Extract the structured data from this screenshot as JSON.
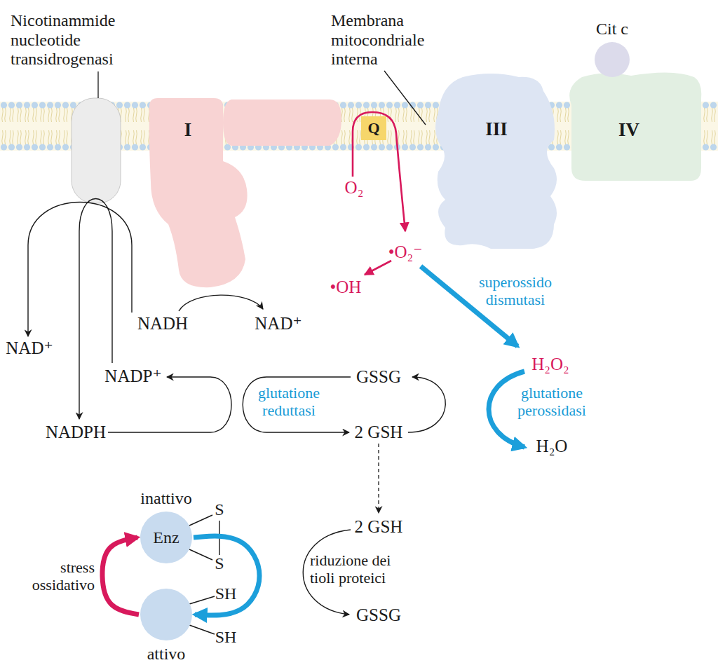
{
  "diagram": {
    "nodes": [
      {
        "text": [
          "I"
        ]
      },
      {
        "text": [
          "Q"
        ]
      },
      {
        "text": [
          "III"
        ]
      },
      {
        "text": [
          "IV"
        ]
      },
      {
        "text": [
          "Cit c"
        ]
      },
      {
        "text": [
          "inattivo",
          "Enz"
        ]
      },
      {
        "text": [
          "attivo"
        ]
      }
    ],
    "edges": [
      {
        "from": 5,
        "to": 6,
        "arrow": "to"
      },
      {
        "from": 6,
        "to": 5,
        "arrow": "to",
        "label": "stress ossidativo"
      }
    ],
    "labels": [
      "Nicotinammide nucleotide transidrogenasi",
      "Membrana mitocondriale interna",
      "O₂",
      "•O₂⁻",
      "•OH",
      "superossido dismutasi",
      "H₂O₂",
      "glutatione perossidasi",
      "H₂O",
      "GSSG",
      "2 GSH",
      "glutatione reduttasi",
      "NADP⁺",
      "NADPH",
      "NADH",
      "NAD⁺",
      "NAD⁺",
      "2 GSH",
      "riduzione dei tioli proteici",
      "GSSG",
      "S",
      "S",
      "SH",
      "SH"
    ]
  }
}
